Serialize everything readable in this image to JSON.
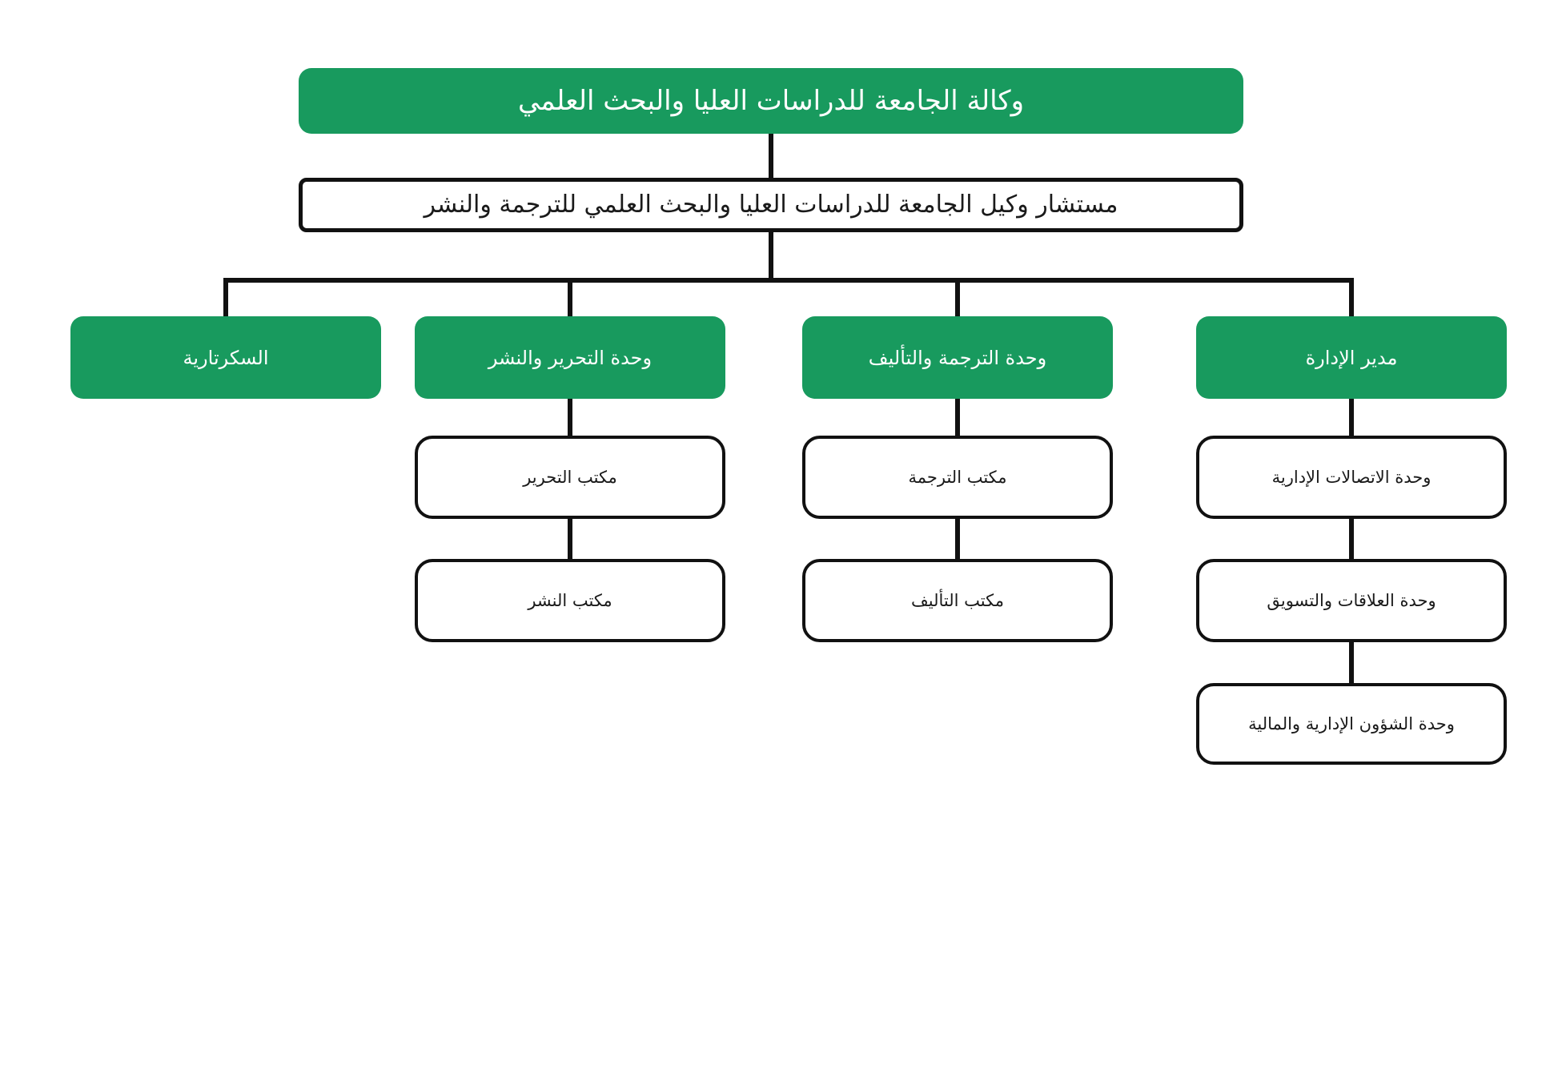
{
  "colors": {
    "green": "#189a5e",
    "line": "#111111",
    "background": "#ffffff",
    "text_light": "#ffffff",
    "text_dark": "#1a1a1a"
  },
  "org_chart": {
    "root": {
      "label": "وكالة الجامعة للدراسات العليا والبحث العلمي"
    },
    "advisor": {
      "label": "مستشار وكيل الجامعة للدراسات العليا والبحث العلمي للترجمة والنشر"
    },
    "secretariat": {
      "label": "السكرتارية"
    },
    "editing_publishing_unit": {
      "label": "وحدة التحرير والنشر"
    },
    "translation_authoring_unit": {
      "label": "وحدة الترجمة والتأليف"
    },
    "administration_director": {
      "label": "مدير الإدارة"
    },
    "editing_office": {
      "label": "مكتب التحرير"
    },
    "publishing_office": {
      "label": "مكتب النشر"
    },
    "translation_office": {
      "label": "مكتب الترجمة"
    },
    "authoring_office": {
      "label": "مكتب التأليف"
    },
    "administrative_communications_unit": {
      "label": "وحدة الاتصالات الإدارية"
    },
    "relations_marketing_unit": {
      "label": "وحدة العلاقات والتسويق"
    },
    "administrative_financial_affairs_unit": {
      "label": "وحدة الشؤون الإدارية والمالية"
    }
  }
}
